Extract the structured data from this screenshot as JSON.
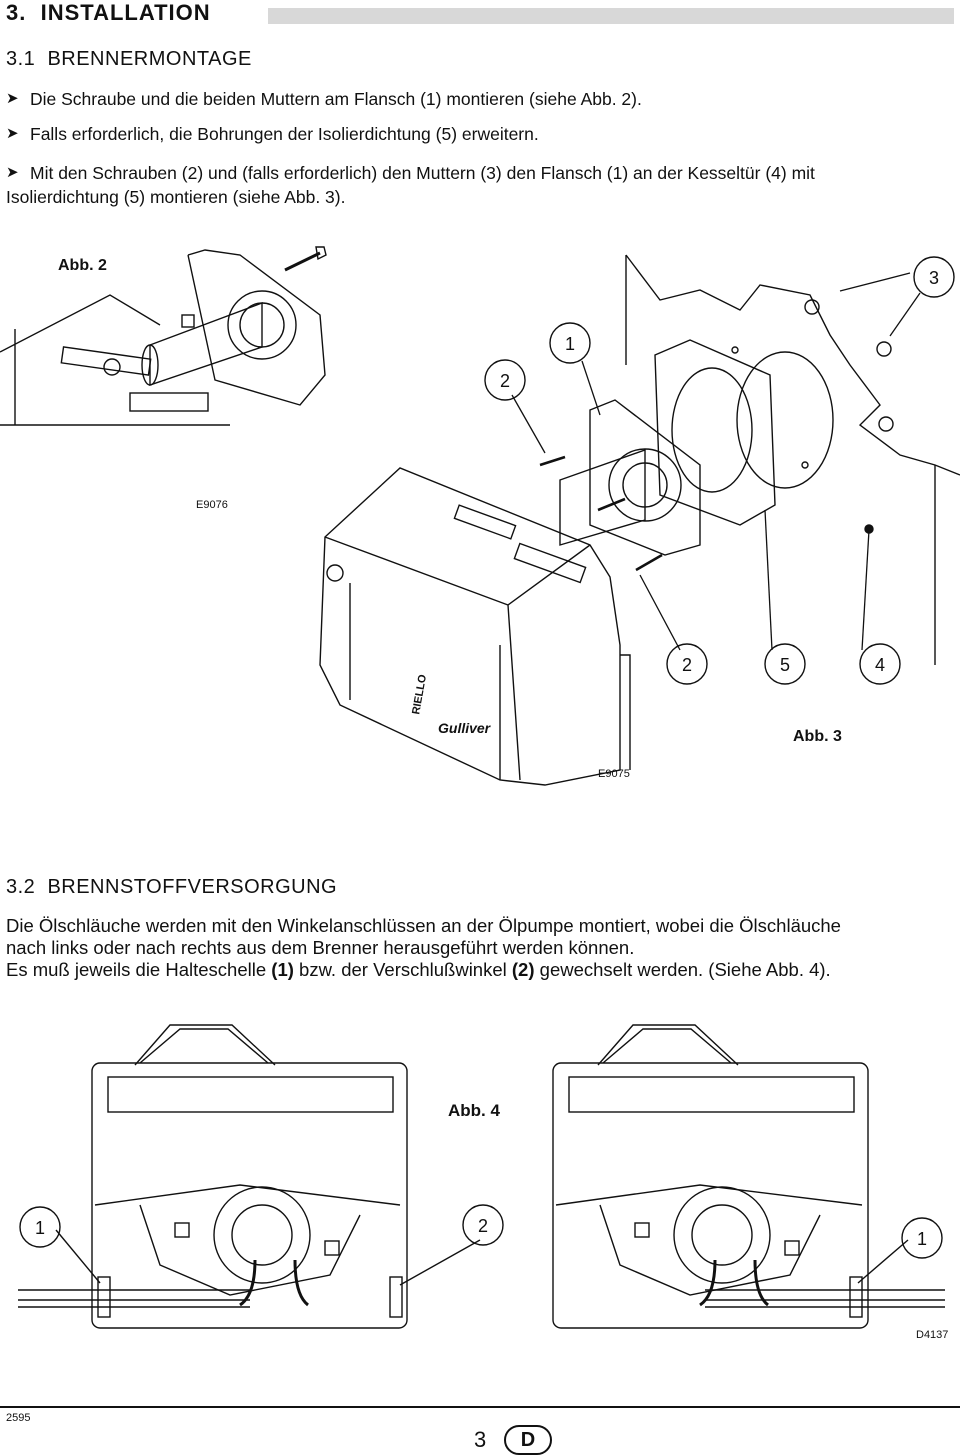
{
  "section": {
    "number": "3.",
    "title": "INSTALLATION"
  },
  "sub1": {
    "number": "3.1",
    "title": "BRENNERMONTAGE",
    "bullets": [
      "Die Schraube und die beiden Muttern am Flansch (1) montieren (siehe Abb. 2).",
      "Falls erforderlich, die Bohrungen der Isolierdichtung (5) erweitern.",
      "Mit den Schrauben (2) und (falls erforderlich) den Muttern (3) den Flansch (1) an der Kesseltür (4) mit",
      "Isolierdichtung (5) montieren (siehe Abb. 3)."
    ]
  },
  "fig2": {
    "caption": "Abb. 2",
    "code": "E9076"
  },
  "fig3": {
    "caption": "Abb. 3",
    "code": "E9075",
    "labels": {
      "n1": "1",
      "n2a": "2",
      "n2b": "2",
      "n3": "3",
      "n4": "4",
      "n5": "5"
    },
    "brand1": "RIELLO",
    "brand2": "Gulliver"
  },
  "sub2": {
    "number": "3.2",
    "title": "BRENNSTOFFVERSORGUNG",
    "line1": "Die Ölschläuche werden mit den Winkelanschlüssen an der Ölpumpe montiert, wobei die Ölschläuche",
    "line2": "nach links oder nach rechts aus dem Brenner herausgeführt werden können.",
    "line3_a": "Es muß jeweils die Halteschelle ",
    "line3_b": "(1)",
    "line3_c": " bzw. der Verschlußwinkel ",
    "line3_d": "(2)",
    "line3_e": " gewechselt werden. (Siehe Abb. 4)."
  },
  "fig4": {
    "caption": "Abb. 4",
    "code": "D4137",
    "labels": {
      "left": "1",
      "mid": "2",
      "right": "1"
    }
  },
  "footer": {
    "code": "2595",
    "page": "3",
    "lang": "D"
  }
}
